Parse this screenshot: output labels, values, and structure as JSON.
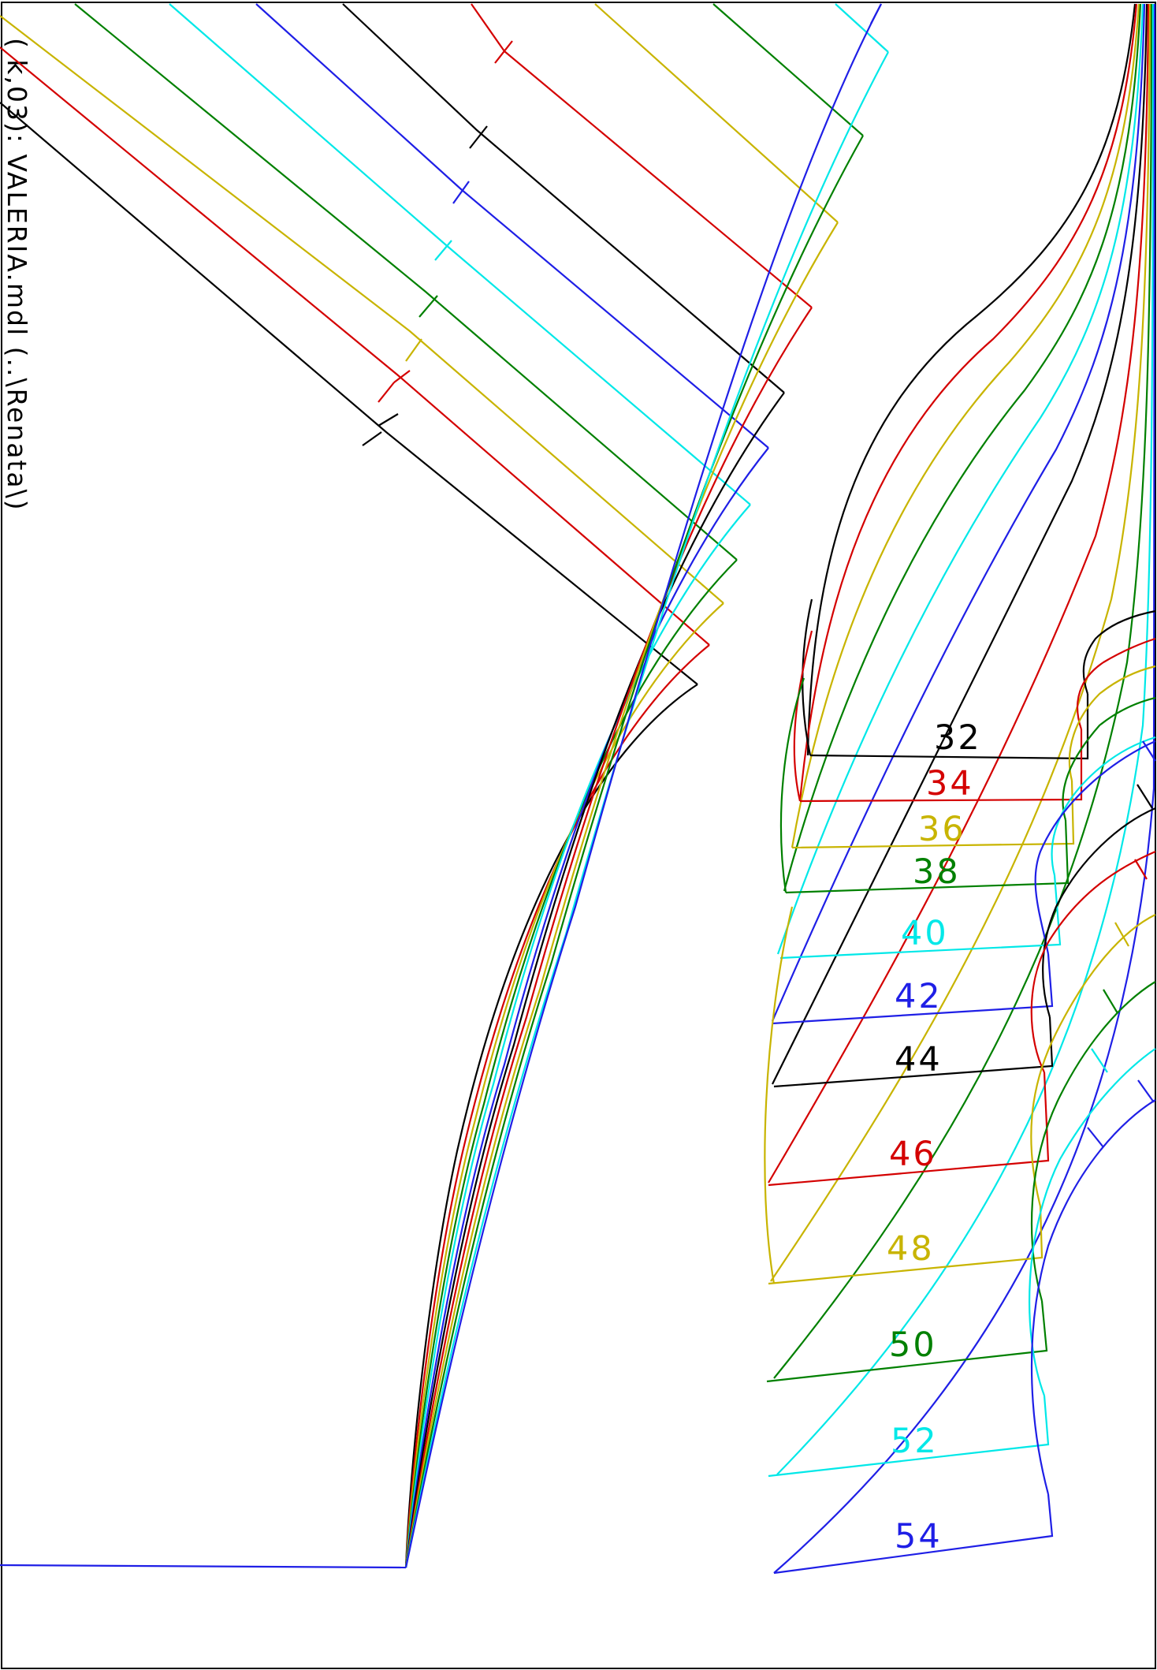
{
  "file_label": "( k,03): VALERIA.mdl (..\\Renata\\)",
  "colors": {
    "frame": "#000000",
    "32": "#000000",
    "34": "#d40000",
    "36": "#c8b400",
    "38": "#008000",
    "40": "#00e8e8",
    "42": "#1f1fe6",
    "44": "#000000",
    "46": "#d40000",
    "48": "#c8b400",
    "50": "#008000",
    "52": "#00e8e8",
    "54": "#1f1fe6"
  },
  "sizes": [
    {
      "label": "32",
      "color": "#000000"
    },
    {
      "label": "34",
      "color": "#d40000"
    },
    {
      "label": "36",
      "color": "#c8b400"
    },
    {
      "label": "38",
      "color": "#008000"
    },
    {
      "label": "40",
      "color": "#00e8e8"
    },
    {
      "label": "42",
      "color": "#1f1fe6"
    },
    {
      "label": "44",
      "color": "#000000"
    },
    {
      "label": "46",
      "color": "#d40000"
    },
    {
      "label": "48",
      "color": "#c8b400"
    },
    {
      "label": "50",
      "color": "#008000"
    },
    {
      "label": "52",
      "color": "#00e8e8"
    },
    {
      "label": "54",
      "color": "#1f1fe6"
    }
  ]
}
